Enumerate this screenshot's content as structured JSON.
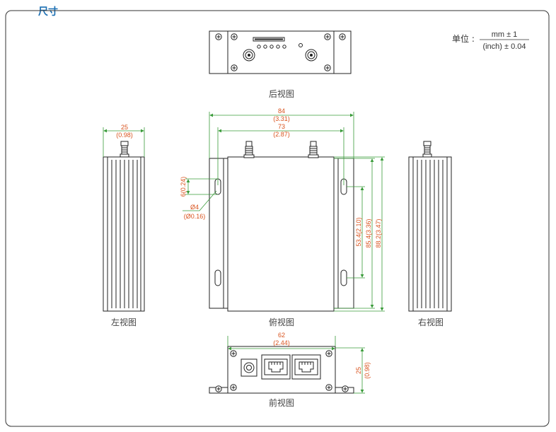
{
  "section_title": "尺寸",
  "unit": {
    "label": "单位 :",
    "numerator": "mm ± 1",
    "denominator": "(inch) ± 0.04"
  },
  "views": {
    "rear": "后视图",
    "left": "左视图",
    "top": "俯视图",
    "right": "右视图",
    "front": "前视图"
  },
  "dimensions": {
    "left_width_mm": "25",
    "left_width_in": "(0.98)",
    "top_overall_mm": "84",
    "top_overall_in": "(3.31)",
    "top_body_mm": "73",
    "top_body_in": "(2.87)",
    "slot_height": "6(0.24)",
    "hole_dia_mm": "Ø4",
    "hole_dia_in": "(Ø0.16)",
    "hole_pitch": "53.4(2.10)",
    "body_length": "85.4(3.36)",
    "overall_length": "88.2(3.47)",
    "front_width_mm": "62",
    "front_width_in": "(2.44)",
    "front_height_mm": "25",
    "front_height_in": "(0.98)"
  },
  "colors": {
    "accent_title": "#1b6fb3",
    "dimension_line": "#3a9b3a",
    "dimension_text": "#d9531e",
    "outline": "#222222"
  }
}
